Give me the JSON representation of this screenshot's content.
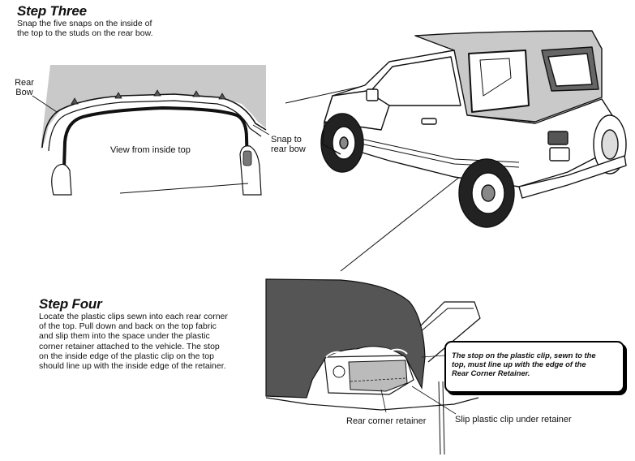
{
  "step_three": {
    "heading": "Step Three",
    "text_line1": "Snap the five snaps on the inside of",
    "text_line2": "the top to the studs on the rear bow."
  },
  "inside_view": {
    "rear_bow_label_line1": "Rear",
    "rear_bow_label_line2": "Bow",
    "caption": "View from inside top",
    "snap_label_line1": "Snap to",
    "snap_label_line2": "rear bow"
  },
  "step_four": {
    "heading": "Step Four",
    "lines": [
      "Locate the plastic clips sewn into each rear corner",
      "of the top. Pull down and back on the top fabric",
      "and slip them into the space under the plastic",
      "corner retainer attached to the vehicle. The stop",
      "on the inside edge of the plastic clip on the top",
      "should line up with the inside edge of the retainer."
    ]
  },
  "detail": {
    "note_lines": [
      "The stop on the plastic clip, sewn to the",
      "top, must line up with the edge of the",
      "Rear Corner Retainer."
    ],
    "retainer_label": "Rear corner retainer",
    "clip_label": "Slip plastic clip under retainer"
  },
  "colors": {
    "fabric_gray": "#c9c9c9",
    "dark_fabric": "#555555",
    "line": "#111111"
  }
}
